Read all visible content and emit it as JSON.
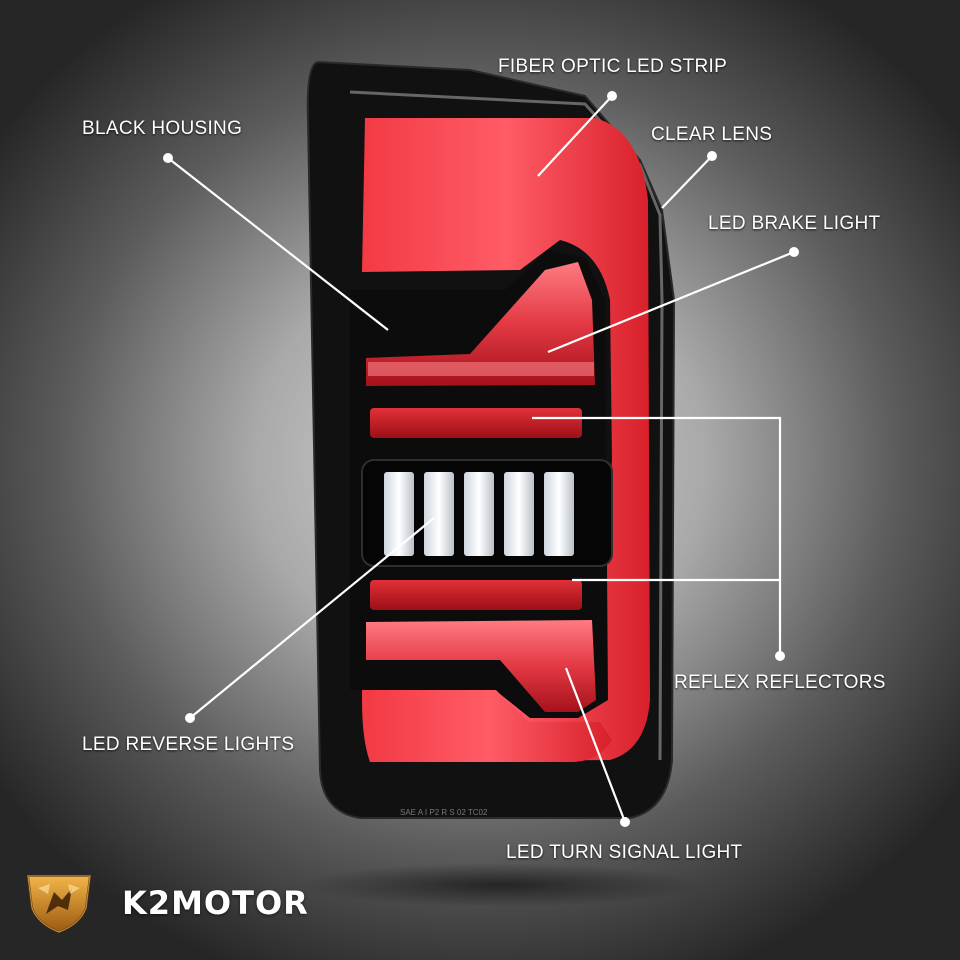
{
  "callouts": {
    "fiber_optic": "FIBER OPTIC LED STRIP",
    "black_housing": "BLACK HOUSING",
    "clear_lens": "CLEAR LENS",
    "brake_light": "LED BRAKE LIGHT",
    "reflex_reflectors": "REFLEX REFLECTORS",
    "reverse_lights": "LED REVERSE LIGHTS",
    "turn_signal": "LED TURN SIGNAL LIGHT"
  },
  "lens_markings": "SAE A I P2 R S 02 TC02",
  "brand": {
    "name": "K2MOTOR"
  },
  "colors": {
    "housing": "#0d0d0d",
    "fiber_strip": "#e8262f",
    "led_white": "#f4f6f8",
    "reflector": "#c0161d",
    "callout_line": "#ffffff",
    "logo_gold": "#c98a2a"
  }
}
